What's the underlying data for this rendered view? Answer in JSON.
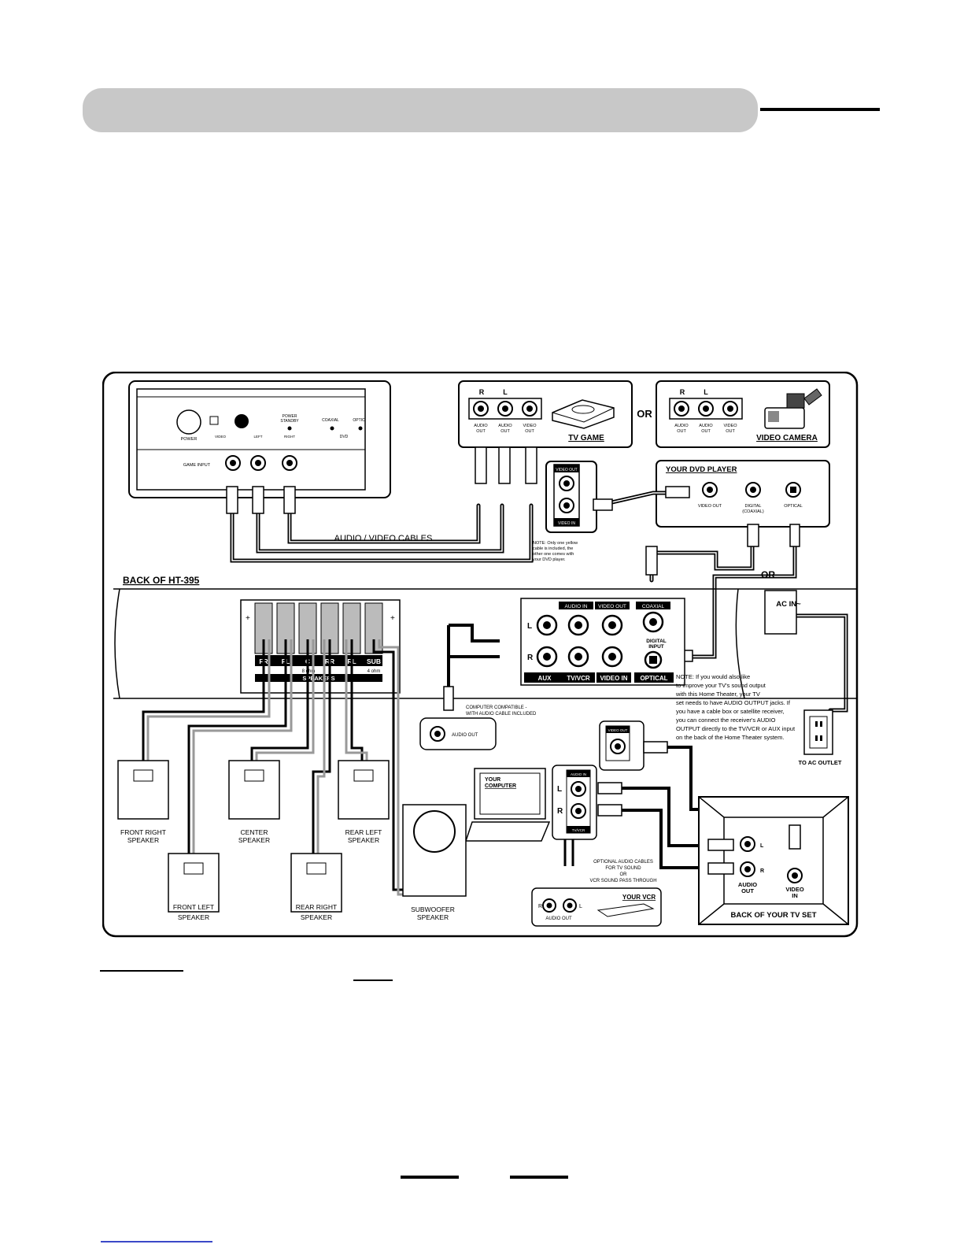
{
  "labels": {
    "power": "POWER",
    "power_standby": "POWER",
    "power_standby2": "STANDBY",
    "coaxial_front": "COAXIAL",
    "optical_front": "OPTIC",
    "dvd_front": "DVD",
    "game_input": "GAME INPUT",
    "video_front": "VIDEO",
    "left_front": "LEFT",
    "right_front": "RIGHT",
    "r_mark": "R",
    "l_mark": "L",
    "audio_out": "AUDIO",
    "out": "OUT",
    "video_out": "VIDEO",
    "tv_game": "TV GAME",
    "or": "OR",
    "video_camera": "VIDEO CAMERA",
    "your_dvd_player": "YOUR DVD PLAYER",
    "dvd_video_out": "VIDEO OUT",
    "digital": "DIGITAL",
    "coaxial_paren": "(COAXIAL)",
    "optical": "OPTICAL",
    "video_out_tag": "VIDEO OUT",
    "video_in_tag": "VIDEO IN",
    "av_cables": "AUDIO / VIDEO CABLES",
    "note_yellow_1": "NOTE: Only one yellow",
    "note_yellow_2": "cable is included, the",
    "note_yellow_3": "other one comes with",
    "note_yellow_4": "your DVD player.",
    "back_of": "BACK OF HT-395",
    "audio_in": "AUDIO IN",
    "video_out_panel": "VIDEO OUT",
    "coaxial_panel": "COAXIAL",
    "digital_input_1": "DIGITAL",
    "digital_input_2": "INPUT",
    "aux": "AUX",
    "tvvcr": "TV/VCR",
    "video_in_panel": "VIDEO IN",
    "optical_panel": "OPTICAL",
    "ac_in": "AC IN~",
    "speaker_labels": [
      "FR",
      "FL",
      "C",
      "RR",
      "RL",
      "SUB"
    ],
    "ohm_8": "8 ohm",
    "ohm_4": "4 ohm",
    "speakers": "SPEAKERS",
    "computer_1": "COMPUTER COMPATIBLE -",
    "computer_2": "WITH AUDIO CABLE INCLUDED",
    "audio_out_single": "AUDIO OUT",
    "your_computer_1": "YOUR",
    "your_computer_2": "COMPUTER",
    "tv_note": [
      "NOTE: If you would also like",
      "to improve your TV's sound output",
      "with this Home Theater, your TV",
      "set needs to have AUDIO OUTPUT jacks. If",
      "you have a cable box or satellite receiver,",
      "you can connect the receiver's AUDIO",
      "OUTPUT directly to the TV/VCR or AUX input",
      "on the back of the Home Theater system."
    ],
    "to_ac_outlet": "TO AC OUTLET",
    "front_right": [
      "FRONT RIGHT",
      "SPEAKER"
    ],
    "front_left": [
      "FRONT LEFT",
      "SPEAKER"
    ],
    "center": [
      "CENTER",
      "SPEAKER"
    ],
    "rear_right": [
      "REAR RIGHT",
      "SPEAKER"
    ],
    "rear_left": [
      "REAR LEFT",
      "SPEAKER"
    ],
    "subwoofer": [
      "SUBWOOFER",
      "SPEAKER"
    ],
    "optional_1": "OPTIONAL AUDIO CABLES",
    "optional_2": "FOR TV SOUND",
    "optional_3": "OR",
    "optional_4": "VCR SOUND PASS THROUGH",
    "your_vcr": "YOUR VCR",
    "vcr_audio_out": "AUDIO OUT",
    "tv_audio": "AUDIO",
    "tv_out": "OUT",
    "tv_video": "VIDEO",
    "tv_in": "IN",
    "back_of_tv": "BACK OF YOUR TV SET",
    "plus": "+"
  }
}
